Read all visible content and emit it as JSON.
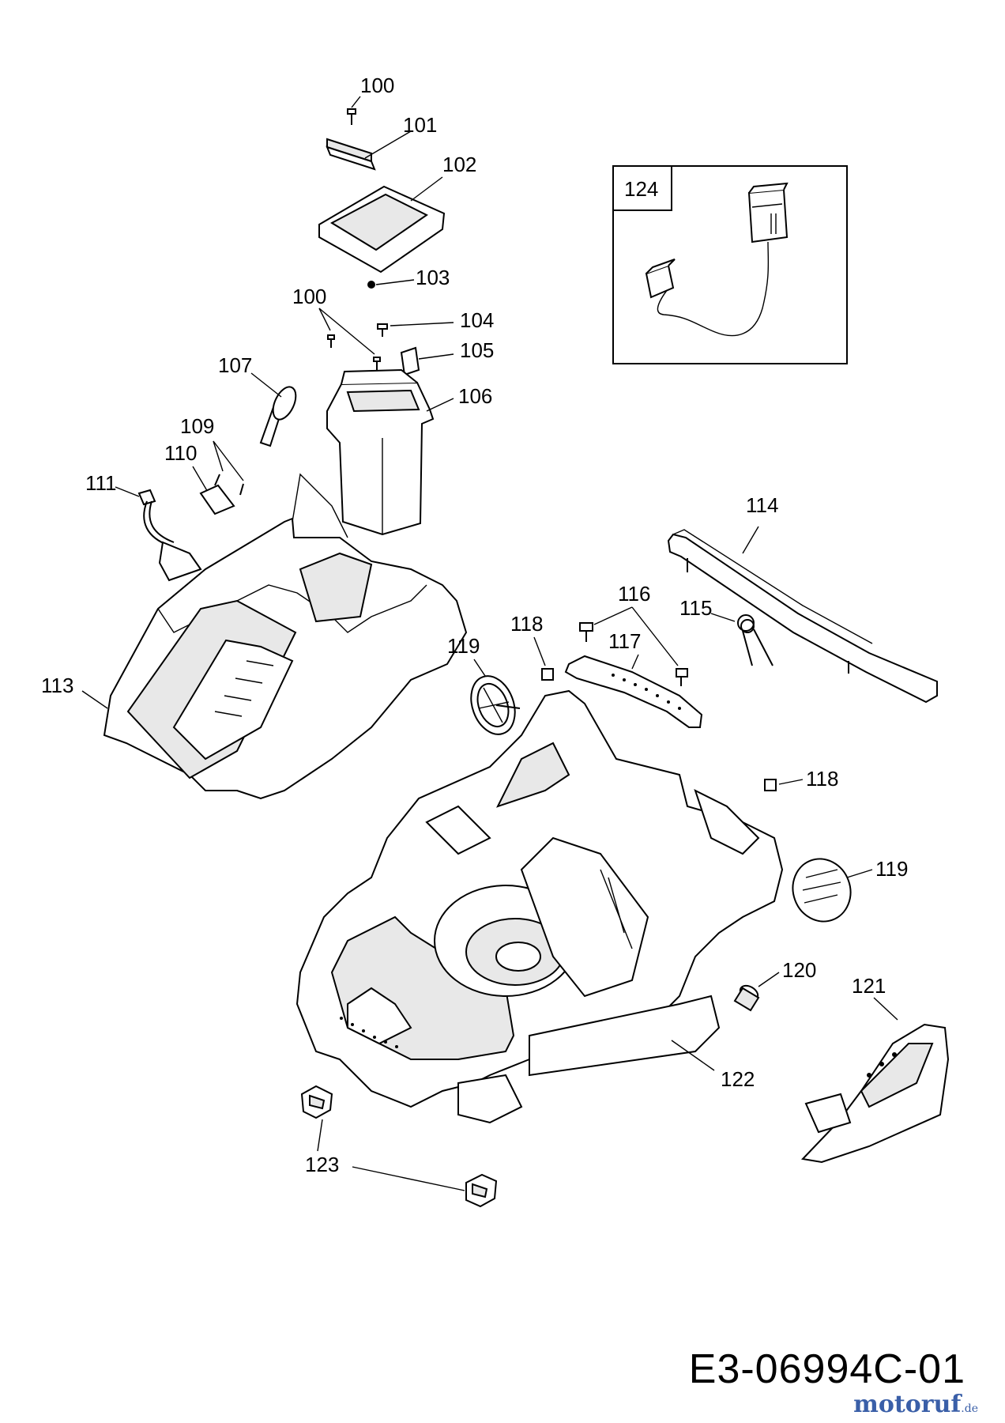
{
  "diagram": {
    "drawing_code": "E3-06994C-01",
    "brand": {
      "name_main": "motoruf",
      "tld": ".de"
    },
    "inset_label": "124",
    "callouts": {
      "p100a": "100",
      "p101": "101",
      "p102": "102",
      "p103": "103",
      "p100b": "100",
      "p104": "104",
      "p105": "105",
      "p106": "106",
      "p107": "107",
      "p109": "109",
      "p110": "110",
      "p111": "111",
      "p113": "113",
      "p114": "114",
      "p115": "115",
      "p116": "116",
      "p117": "117",
      "p118a": "118",
      "p118b": "118",
      "p119a": "119",
      "p119b": "119",
      "p120": "120",
      "p121": "121",
      "p122": "122",
      "p123": "123"
    }
  }
}
